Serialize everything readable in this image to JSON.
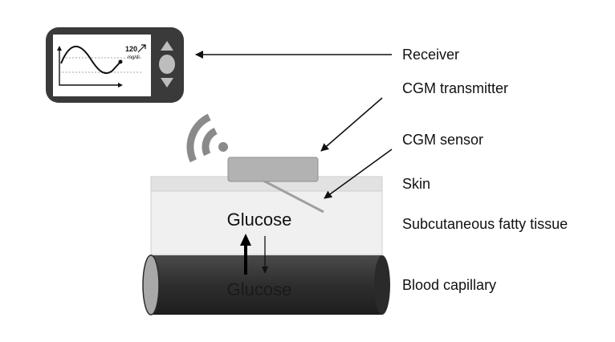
{
  "receiver_screen": {
    "value": "120",
    "unit": "mg/dl"
  },
  "labels": {
    "receiver": "Receiver",
    "transmitter": "CGM transmitter",
    "sensor": "CGM sensor",
    "skin": "Skin",
    "tissue": "Subcutaneous fatty tissue",
    "capillary": "Blood capillary"
  },
  "tissue_text": "Glucose",
  "capillary_text": "Glucose"
}
